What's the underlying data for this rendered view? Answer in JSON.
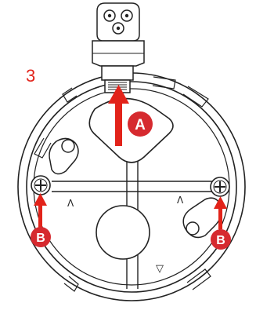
{
  "figure": {
    "step_number": "3",
    "callouts": {
      "a": "A",
      "b_left": "B",
      "b_right": "B"
    },
    "plate_marks": {
      "left": "Λ",
      "right": "Λ",
      "bottom": "▽"
    },
    "colors": {
      "callout_red": "#d62a2f",
      "arrow_red": "#e2231a",
      "line_art": "#222222",
      "background": "#ffffff"
    }
  }
}
